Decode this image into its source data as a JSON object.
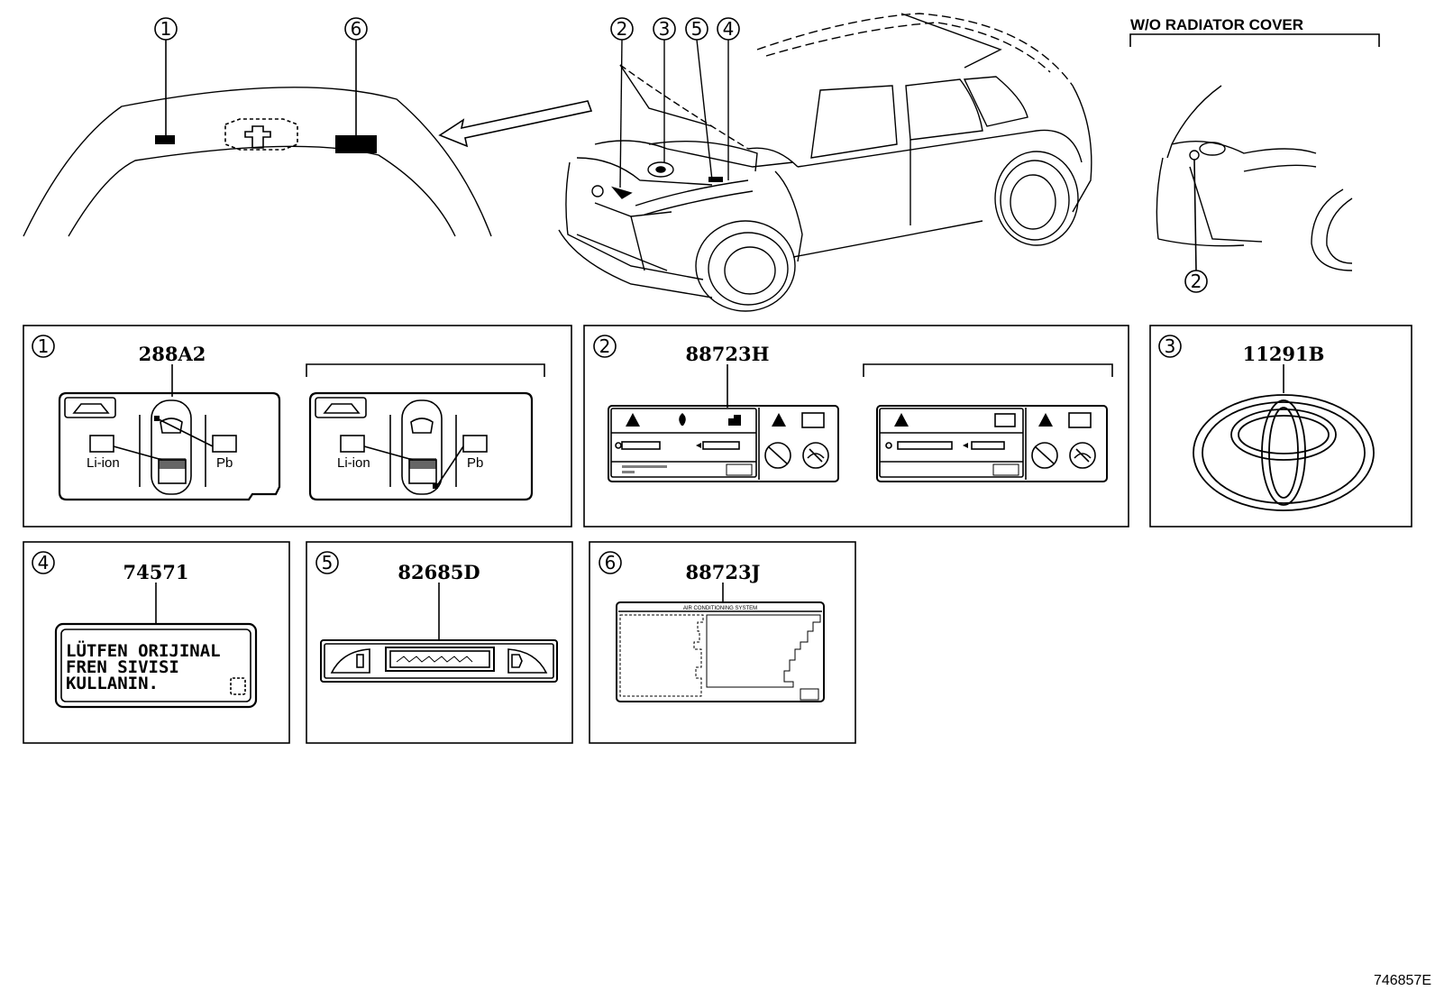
{
  "callouts": [
    "1",
    "2",
    "3",
    "4",
    "5",
    "6"
  ],
  "wo_radiator_cover": "W/O RADIATOR COVER",
  "panels": {
    "p1": {
      "num": "1",
      "part": "288A2",
      "li_ion": "Li-ion",
      "pb": "Pb"
    },
    "p2": {
      "num": "2",
      "part": "88723H"
    },
    "p3": {
      "num": "3",
      "part": "11291B"
    },
    "p4": {
      "num": "4",
      "part": "74571",
      "lines": [
        "LÜTFEN ORIJINAL",
        "FREN SIVISI",
        "KULLANIN."
      ]
    },
    "p5": {
      "num": "5",
      "part": "82685D"
    },
    "p6": {
      "num": "6",
      "part": "88723J",
      "header": "AIR CONDITIONING SYSTEM"
    }
  },
  "diagram_code": "746857E"
}
